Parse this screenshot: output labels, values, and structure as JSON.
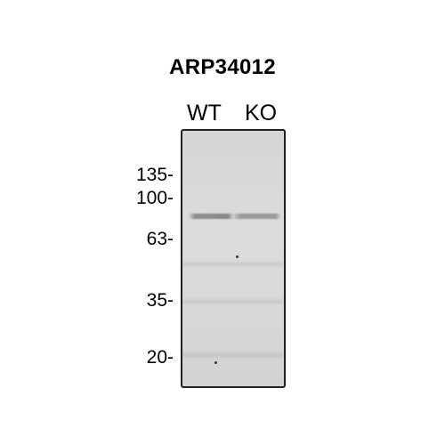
{
  "title": "ARP34012",
  "lanes": {
    "wt": "WT",
    "ko": "KO"
  },
  "markers": [
    "135-",
    "100-",
    "63-",
    "35-",
    "20-"
  ]
}
